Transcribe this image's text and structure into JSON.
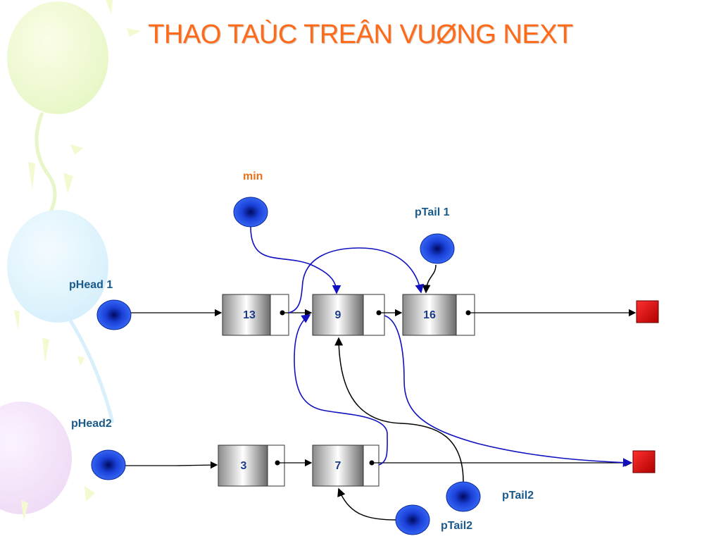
{
  "title": "THAO TAÙC TREÂN VUØNG NEXT",
  "labels": {
    "min": "min",
    "ptail1": "pTail 1",
    "phead1": "pHead 1",
    "phead2": "pHead2",
    "ptail2_a": "pTail2",
    "ptail2_b": "pTail2"
  },
  "list1": {
    "nodes": [
      "13",
      "9",
      "16"
    ]
  },
  "list2": {
    "nodes": [
      "3",
      "7"
    ]
  },
  "colors": {
    "title": "#ff6a1a",
    "label": "#1a5a8a",
    "min_label": "#e8701a",
    "pointer": "#1a4cf0",
    "relink": "#1010c0",
    "null_node": "#e01010"
  }
}
